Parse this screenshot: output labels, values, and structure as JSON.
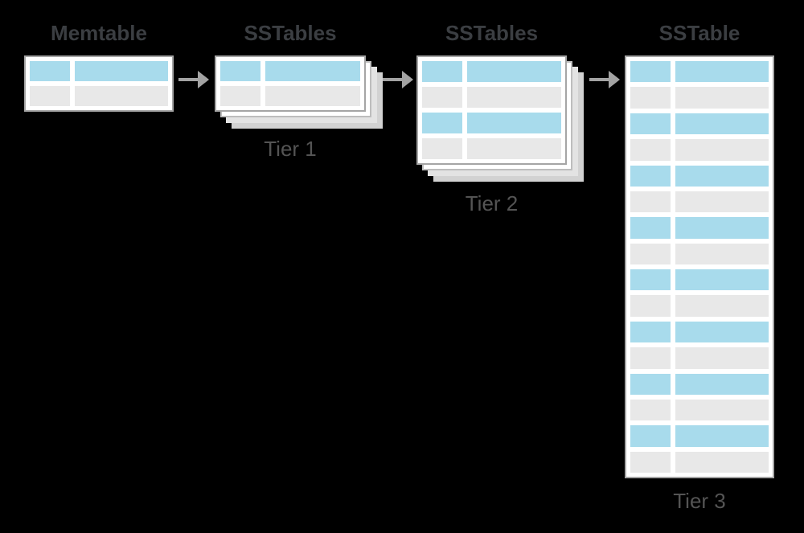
{
  "colors": {
    "background": "#000000",
    "blue": "#a8dbec",
    "gray": "#e8e8e8",
    "table_bg": "#ffffff",
    "table_border": "#a5a5a5",
    "sheet_border": "#bdbdbd",
    "sheet_mid": "#e3e3e3",
    "sheet_back": "#d2d2d2",
    "title_text": "#3b3e42",
    "tier_text": "#545454",
    "arrow": "#a3a3a3"
  },
  "stages": [
    {
      "title": "Memtable",
      "tier_label": "",
      "stacked": false,
      "rows": [
        "blue",
        "gray"
      ]
    },
    {
      "title": "SSTables",
      "tier_label": "Tier 1",
      "stacked": true,
      "rows": [
        "blue",
        "gray"
      ]
    },
    {
      "title": "SSTables",
      "tier_label": "Tier 2",
      "stacked": true,
      "rows": [
        "blue",
        "gray",
        "blue",
        "gray"
      ]
    },
    {
      "title": "SSTable",
      "tier_label": "Tier 3",
      "stacked": false,
      "rows": [
        "blue",
        "gray",
        "blue",
        "gray",
        "blue",
        "gray",
        "blue",
        "gray",
        "blue",
        "gray",
        "blue",
        "gray",
        "blue",
        "gray",
        "blue",
        "gray"
      ]
    }
  ],
  "arrows": [
    {
      "name": "memtable-to-tier1",
      "direction": "right"
    },
    {
      "name": "tier1-to-tier2",
      "direction": "right"
    },
    {
      "name": "tier2-to-tier3",
      "direction": "right"
    }
  ]
}
